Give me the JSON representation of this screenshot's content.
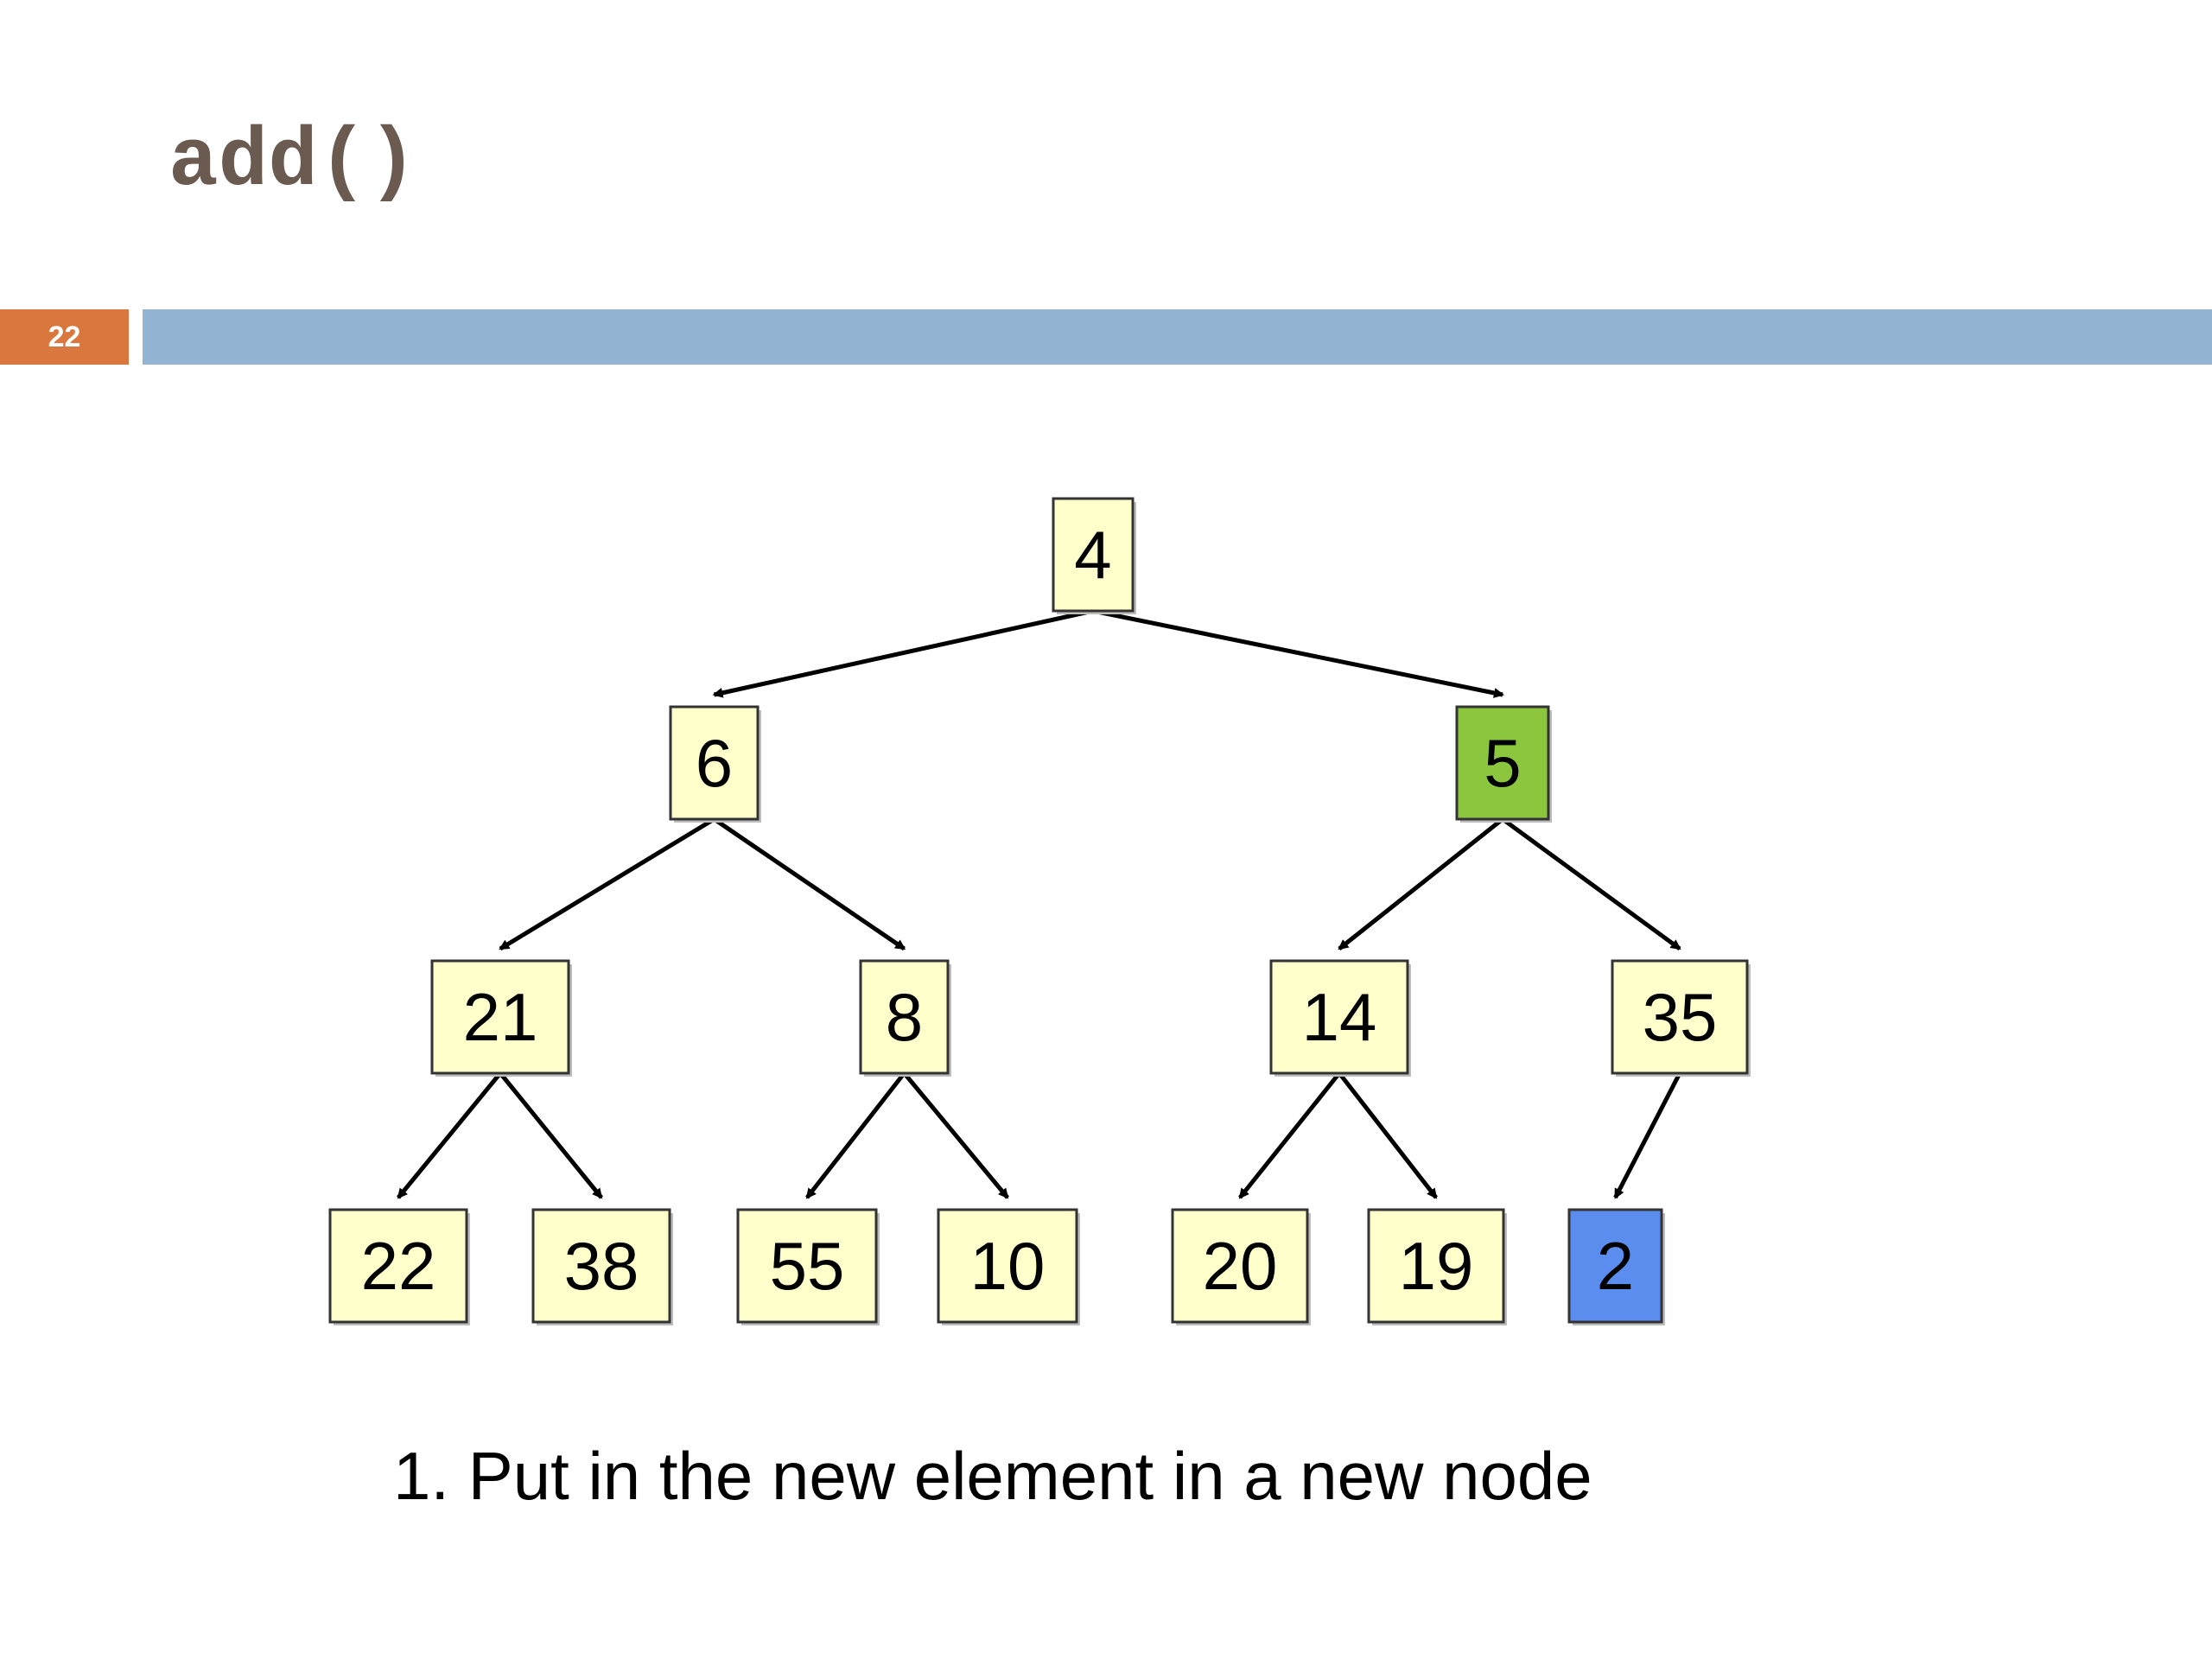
{
  "slide": {
    "title": "add()",
    "number": "22",
    "caption": "1. Put in the new element in a new node"
  },
  "colors": {
    "title": "#6b5a50",
    "slide_number_bg": "#d9773f",
    "header_bar": "#94b4d3",
    "node_fill": "#ffffcc",
    "node_highlight_parent": "#8cc63f",
    "node_new": "#5b8def",
    "edge": "#000000"
  },
  "tree": {
    "nodes": [
      {
        "id": "n4",
        "label": "4",
        "state": "normal"
      },
      {
        "id": "n6",
        "label": "6",
        "state": "normal"
      },
      {
        "id": "n5",
        "label": "5",
        "state": "parent"
      },
      {
        "id": "n21",
        "label": "21",
        "state": "normal"
      },
      {
        "id": "n8",
        "label": "8",
        "state": "normal"
      },
      {
        "id": "n14",
        "label": "14",
        "state": "normal"
      },
      {
        "id": "n35",
        "label": "35",
        "state": "normal"
      },
      {
        "id": "n22",
        "label": "22",
        "state": "normal"
      },
      {
        "id": "n38",
        "label": "38",
        "state": "normal"
      },
      {
        "id": "n55",
        "label": "55",
        "state": "normal"
      },
      {
        "id": "n10",
        "label": "10",
        "state": "normal"
      },
      {
        "id": "n20",
        "label": "20",
        "state": "normal"
      },
      {
        "id": "n19",
        "label": "19",
        "state": "normal"
      },
      {
        "id": "n2",
        "label": "2",
        "state": "new"
      }
    ],
    "edges": [
      {
        "from": "n4",
        "to": "n6"
      },
      {
        "from": "n4",
        "to": "n5"
      },
      {
        "from": "n6",
        "to": "n21"
      },
      {
        "from": "n6",
        "to": "n8"
      },
      {
        "from": "n5",
        "to": "n14"
      },
      {
        "from": "n5",
        "to": "n35"
      },
      {
        "from": "n21",
        "to": "n22"
      },
      {
        "from": "n21",
        "to": "n38"
      },
      {
        "from": "n8",
        "to": "n55"
      },
      {
        "from": "n8",
        "to": "n10"
      },
      {
        "from": "n14",
        "to": "n20"
      },
      {
        "from": "n14",
        "to": "n19"
      },
      {
        "from": "n35",
        "to": "n2"
      }
    ]
  }
}
